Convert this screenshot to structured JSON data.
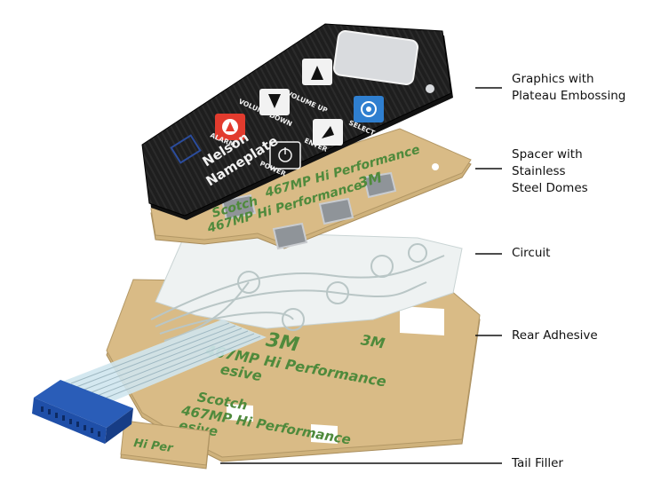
{
  "panel": {
    "keys": {
      "volume_up": "VOLUME UP",
      "volume_down": "VOLUME DOWN",
      "select": "SELECT",
      "alarm": "ALARM",
      "enter": "ENTER",
      "power": "POWER"
    },
    "logo": {
      "line1": "Nelson",
      "line2": "Nameplate"
    }
  },
  "adhesive_print": {
    "scotch": "Scotch",
    "product": "467MP Hi Performance",
    "suffix": "esive",
    "brand": "3M",
    "tail_text": "Hi Per"
  },
  "callouts": {
    "graphics": [
      "Graphics with",
      "Plateau Embossing"
    ],
    "spacer": [
      "Spacer with",
      "Stainless",
      "Steel Domes"
    ],
    "circuit": "Circuit",
    "rear_adhesive": "Rear Adhesive",
    "tail_filler": "Tail Filler"
  },
  "colors": {
    "overlay_black": "#1e1e1e",
    "tan_layer": "#d9bb86",
    "adhesive_green": "#4f8a3c",
    "circuit_film": "#eef2f2",
    "connector_blue": "#1f4fa8",
    "alarm_red": "#e23b2e",
    "select_blue": "#2f7fd0",
    "logo_blue": "#2b4c9c"
  }
}
